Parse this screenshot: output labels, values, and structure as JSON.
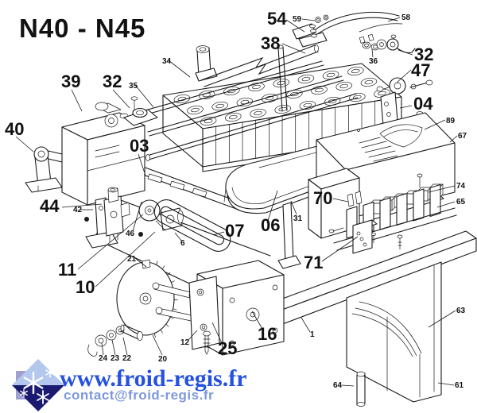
{
  "title": "N40 - N45",
  "diagram": {
    "description": "Exploded parts diagram, N40-N45 ice maker",
    "line_color": "#1a1a1a",
    "background": "#ffffff",
    "labels": [
      {
        "text": "54"
      },
      {
        "text": "59"
      },
      {
        "text": "58"
      },
      {
        "text": "38"
      },
      {
        "text": "32"
      },
      {
        "text": "36"
      },
      {
        "text": "47"
      },
      {
        "text": "04"
      },
      {
        "text": "89"
      },
      {
        "text": "67"
      },
      {
        "text": "34"
      },
      {
        "text": "35"
      },
      {
        "text": "39"
      },
      {
        "text": "32"
      },
      {
        "text": "40"
      },
      {
        "text": "03"
      },
      {
        "text": "44"
      },
      {
        "text": "42"
      },
      {
        "text": "70"
      },
      {
        "text": "74"
      },
      {
        "text": "65"
      },
      {
        "text": "06"
      },
      {
        "text": "31"
      },
      {
        "text": "07"
      },
      {
        "text": "6"
      },
      {
        "text": "46"
      },
      {
        "text": "21"
      },
      {
        "text": "11"
      },
      {
        "text": "10"
      },
      {
        "text": "71"
      },
      {
        "text": "16"
      },
      {
        "text": "25"
      },
      {
        "text": "12"
      },
      {
        "text": "20"
      },
      {
        "text": "22"
      },
      {
        "text": "23"
      },
      {
        "text": "24"
      },
      {
        "text": "63"
      },
      {
        "text": "1"
      },
      {
        "text": "64"
      },
      {
        "text": "61"
      }
    ]
  },
  "footer": {
    "website": "www.froid-regis.fr",
    "email": "contact@froid-regis.fr",
    "website_color": "#2451e0",
    "email_color": "#7e98dc",
    "logo_colors": {
      "lavender": "#a0a0d2",
      "light_blue": "#b3c8ec",
      "navy": "#191a70",
      "snowflake": "#ffffff"
    }
  }
}
